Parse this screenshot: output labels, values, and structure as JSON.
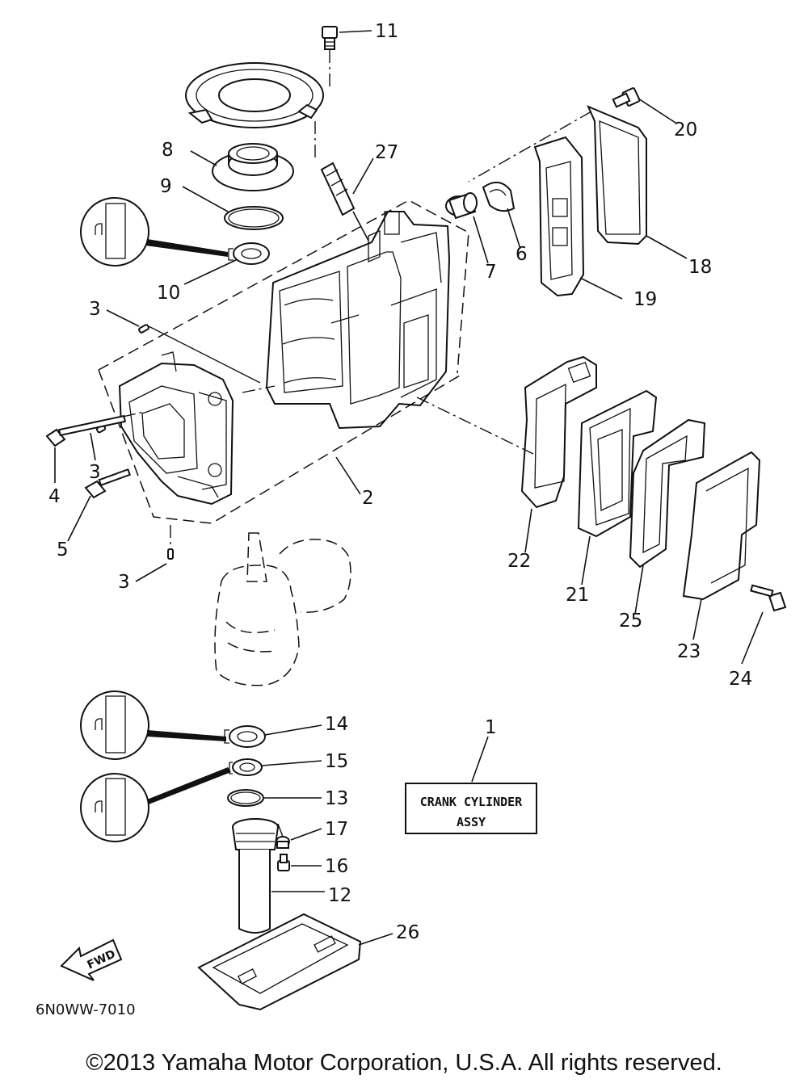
{
  "diagram": {
    "drawing_code": "6N0WW-7010",
    "fwd_label": "FWD",
    "box_line1": "CRANK CYLINDER",
    "box_line2": "ASSY",
    "callouts": {
      "c1": "1",
      "c2": "2",
      "c3a": "3",
      "c3b": "3",
      "c3c": "3",
      "c4": "4",
      "c5": "5",
      "c6": "6",
      "c7": "7",
      "c8": "8",
      "c9": "9",
      "c10": "10",
      "c11": "11",
      "c12": "12",
      "c13": "13",
      "c14": "14",
      "c15": "15",
      "c16": "16",
      "c17": "17",
      "c18": "18",
      "c19": "19",
      "c20": "20",
      "c21": "21",
      "c22": "22",
      "c23": "23",
      "c24": "24",
      "c25": "25",
      "c26": "26",
      "c27": "27"
    }
  },
  "footer": {
    "copyright": "©2013 Yamaha Motor Corporation, U.S.A. All rights reserved."
  }
}
